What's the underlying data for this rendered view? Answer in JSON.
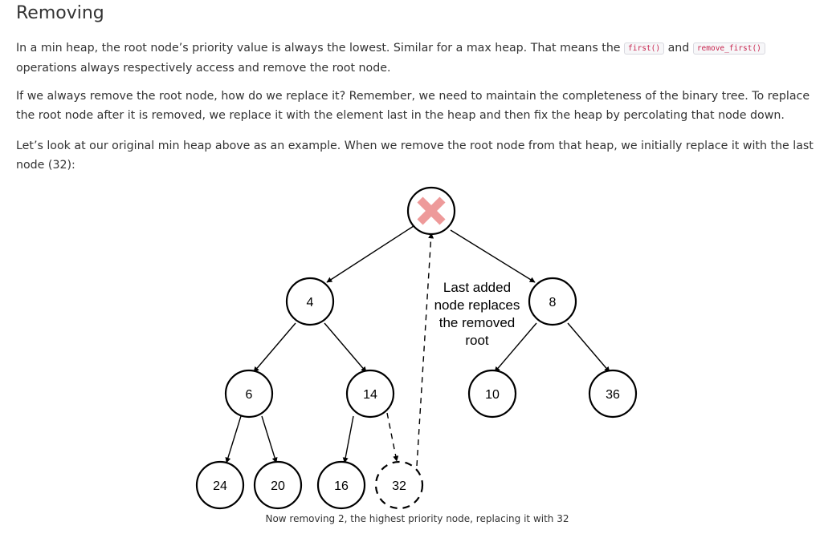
{
  "heading": "Removing",
  "paragraph1": {
    "text_before": "In a min heap, the root node’s priority value is always the lowest. Similar for a max heap. That means the ",
    "code1": "first()",
    "text_mid": " and ",
    "code2": "remove_first()",
    "text_after": " operations always respectively access and remove the root node."
  },
  "paragraph2": "If we always remove the root node, how do we replace it? Remember, we need to maintain the completeness of the binary tree. To replace the root node after it is removed, we replace it with the element last in the heap and then fix the heap by percolating that node down.",
  "paragraph3": "Let’s look at our original min heap above as an example. When we remove the root node from that heap, we initially replace it with the last node (32):",
  "figure": {
    "nodes": {
      "n4": "4",
      "n8": "8",
      "n6": "6",
      "n14": "14",
      "n10": "10",
      "n36": "36",
      "n24": "24",
      "n20": "20",
      "n16": "16",
      "n32": "32"
    },
    "annotation": {
      "line1": "Last added",
      "line2": "node replaces",
      "line3": "the removed",
      "line4": "root"
    },
    "removed_mark_color": "#ee9a9a",
    "caption": "Now removing 2, the highest priority node, replacing it with 32"
  }
}
